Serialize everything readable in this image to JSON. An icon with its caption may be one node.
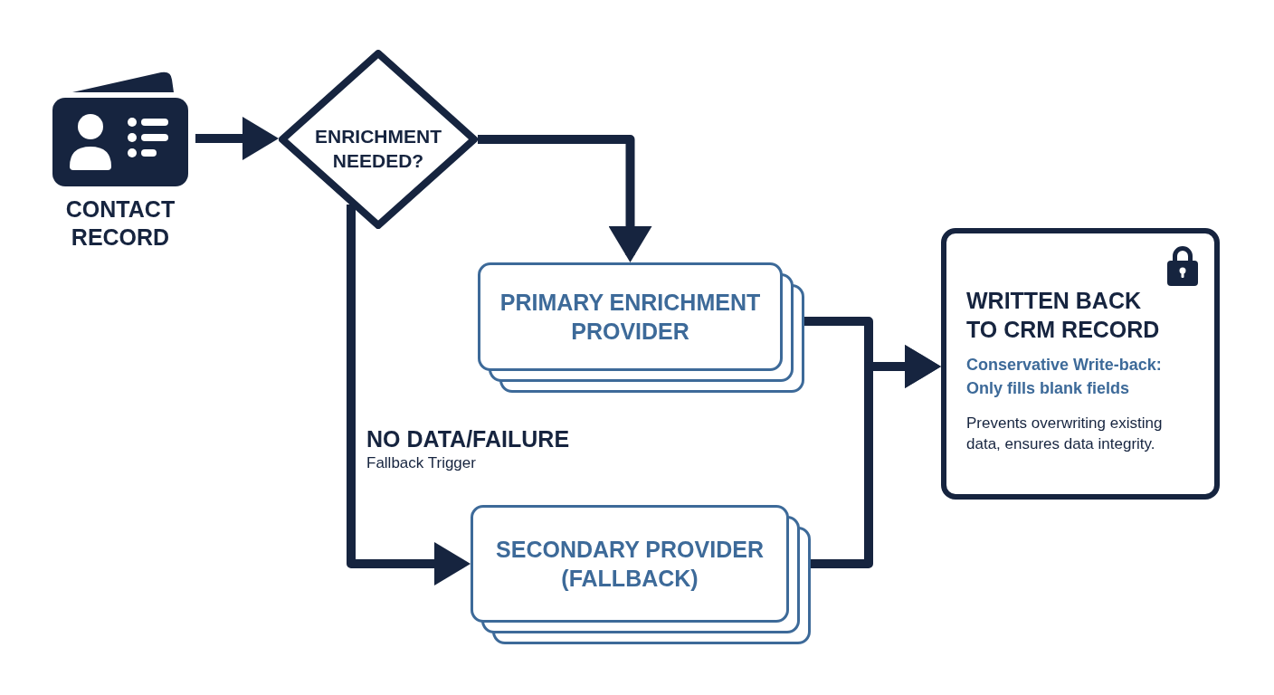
{
  "diagram": {
    "nodes": [
      {
        "text": [
          "CONTACT RECORD"
        ]
      },
      {
        "text": [
          "ENRICHMENT NEEDED?"
        ]
      },
      {
        "text": [
          "PRIMARY ENRICHMENT PROVIDER"
        ]
      },
      {
        "text": [
          "SECONDARY PROVIDER (FALLBACK)"
        ]
      },
      {
        "text": [
          "WRITTEN BACK TO CRM RECORD",
          "Conservative Write-back: Only fills blank fields",
          "Prevents overwriting existing data, ensures data integrity."
        ]
      }
    ],
    "edges": [
      {
        "from": 0,
        "to": 1,
        "arrow": "to"
      },
      {
        "from": 1,
        "to": 2,
        "arrow": "to"
      },
      {
        "from": 1,
        "to": 3,
        "arrow": "to",
        "label": "NO DATA/FAILURE"
      },
      {
        "from": 2,
        "to": 4,
        "arrow": "to"
      },
      {
        "from": 3,
        "to": 4,
        "arrow": "to"
      }
    ],
    "labels": [
      "Fallback Trigger"
    ]
  }
}
